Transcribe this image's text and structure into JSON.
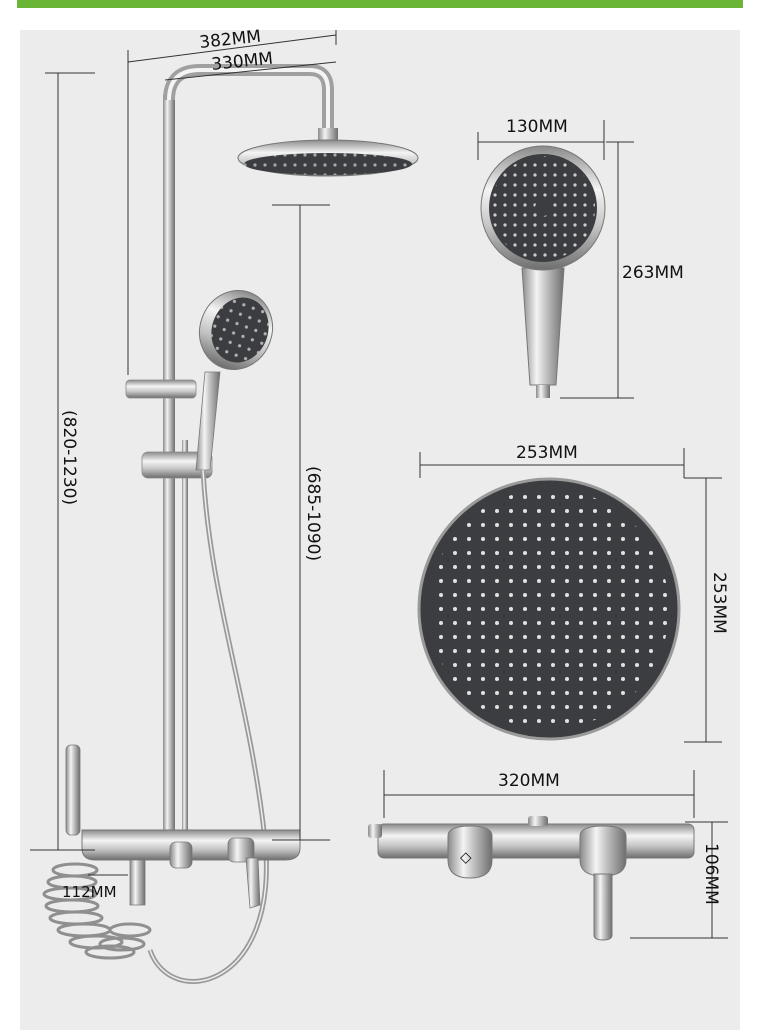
{
  "colors": {
    "accent_bar": "#6ab536",
    "background": "#ececec",
    "face_dark": "#3b3d40",
    "nozzle": "#ffffff",
    "chrome_light": "#f2f2f2",
    "chrome_dark": "#7a7a7a"
  },
  "dimensions": {
    "arm_outer": "382MM",
    "arm_inner": "330MM",
    "total_height": "(820-1230)",
    "slide_height": "(685-1090)",
    "spout_depth": "112MM",
    "hand_width": "130MM",
    "hand_length": "263MM",
    "rain_width": "253MM",
    "rain_height": "253MM",
    "valve_width": "320MM",
    "valve_height": "106MM"
  }
}
